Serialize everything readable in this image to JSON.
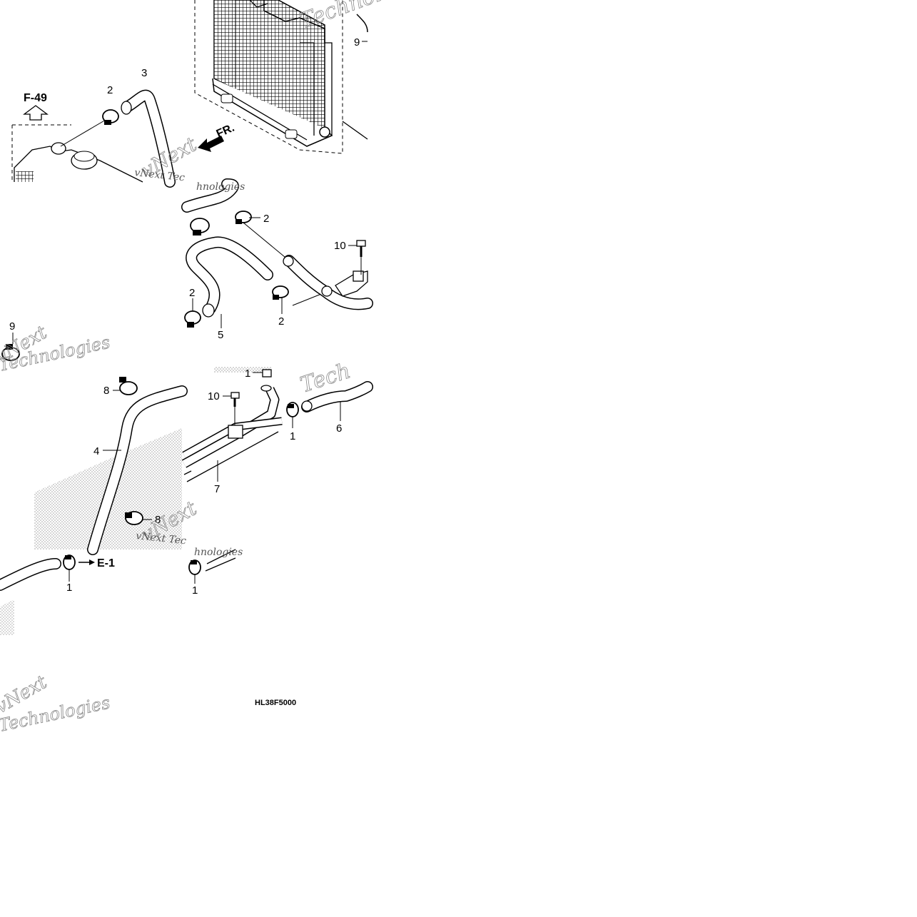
{
  "callouts": [
    {
      "text": "1"
    },
    {
      "text": "2"
    },
    {
      "text": "3"
    },
    {
      "text": "4"
    },
    {
      "text": "5"
    },
    {
      "text": "6"
    },
    {
      "text": "7"
    },
    {
      "text": "8"
    },
    {
      "text": "9"
    },
    {
      "text": "10"
    }
  ],
  "refs": {
    "f49": "F-49",
    "e1": "E-1",
    "front": "FR."
  },
  "diagram_code": "HL38F5000",
  "watermarks": {
    "brand_word_1": "Technol",
    "brand_word_2": "vNext",
    "brand_word_3": "Technologies",
    "small_1": "vNext Tec",
    "small_2": "hnologies",
    "small_3": "Tech"
  }
}
